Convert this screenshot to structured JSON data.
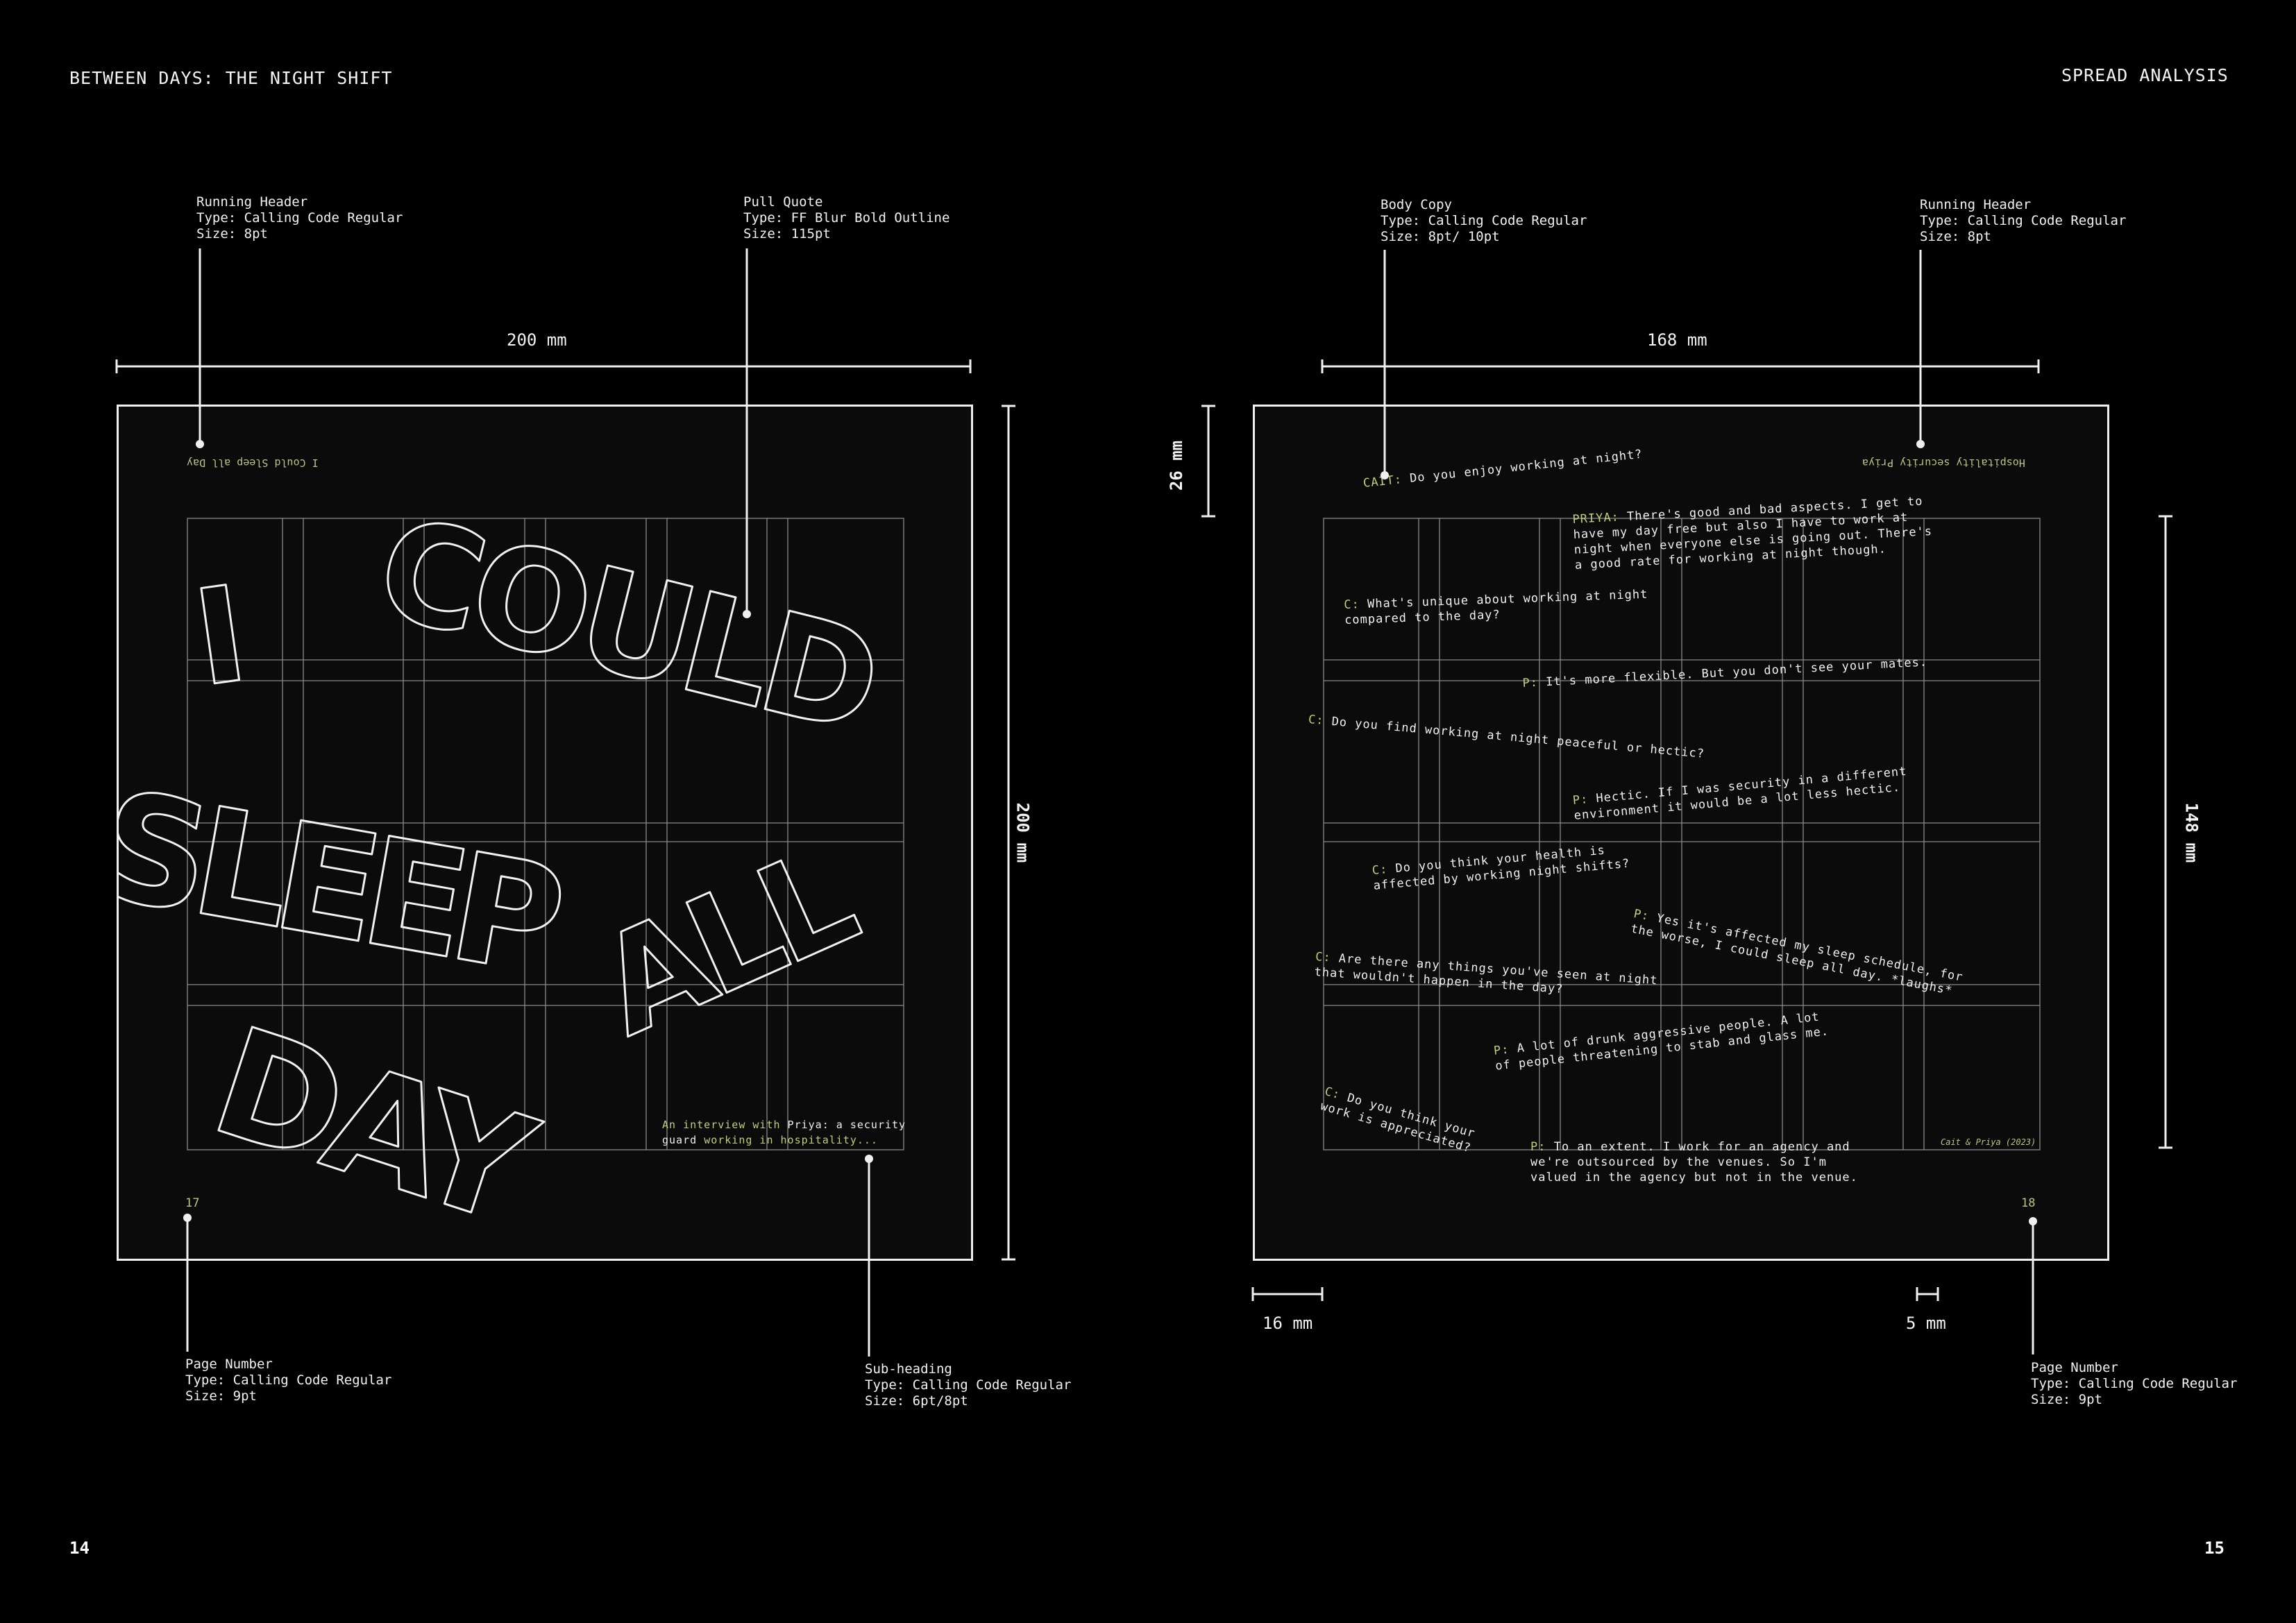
{
  "header": {
    "left": "BETWEEN DAYS: THE NIGHT SHIFT",
    "right": "SPREAD ANALYSIS"
  },
  "folios": {
    "left": "14",
    "right": "15"
  },
  "dimensions": {
    "left_width": "200 mm",
    "left_height": "200 mm",
    "right_width": "168 mm",
    "right_top_margin": "26 mm",
    "right_text_height": "148 mm",
    "right_outer_margin": "16 mm",
    "right_gutter": "5 mm"
  },
  "annotations": {
    "running_header_left": "Running Header\nType: Calling Code Regular\nSize: 8pt",
    "pull_quote": "Pull Quote\nType: FF Blur Bold Outline\nSize: 115pt",
    "page_number_left": "Page Number\nType: Calling Code Regular\nSize: 9pt",
    "sub_heading": "Sub-heading\nType: Calling Code Regular\nSize: 6pt/8pt",
    "body_copy": "Body Copy\nType: Calling Code Regular\nSize: 8pt/ 10pt",
    "running_header_right": "Running Header\nType: Calling Code Regular\nSize: 8pt",
    "page_number_right": "Page Number\nType: Calling Code Regular\nSize: 9pt"
  },
  "left_page": {
    "running_header": "I Could Sleep all Day",
    "pull_quote_words": [
      "I",
      "COULD",
      "SLEEP",
      "ALL",
      "DAY"
    ],
    "subheading_1_accent": "An interview with",
    "subheading_1_plain": " Priya: a security",
    "subheading_2_plain": "guard ",
    "subheading_2_accent": "working in hospitality...",
    "page_number": "17"
  },
  "right_page": {
    "running_header": "Hospitality security Priya",
    "page_number": "18",
    "credit": "Cait & Priya (2023)",
    "interview": [
      {
        "speaker": "CAIT: ",
        "text": "Do you enjoy working at night?"
      },
      {
        "speaker": "PRIYA: ",
        "text": "There's good and bad aspects. I get to\nhave my day free but also I have to work at\nnight when everyone else is going out. There's\na good rate for working at night though."
      },
      {
        "speaker": "C: ",
        "text": "What's unique about working at night\ncompared to the day?"
      },
      {
        "speaker": "P: ",
        "text": "It's more flexible. But you don't see your mates."
      },
      {
        "speaker": "C: ",
        "text": "Do you find working at night peaceful or hectic?"
      },
      {
        "speaker": "P: ",
        "text": "Hectic. If I was security in a different\nenvironment it would be a lot less hectic."
      },
      {
        "speaker": "C: ",
        "text": "Do you think your health is\naffected by working night shifts?"
      },
      {
        "speaker": "P: ",
        "text": "Yes it's affected my sleep schedule, for\nthe worse, I could sleep all day. *laughs*"
      },
      {
        "speaker": "C: ",
        "text": "Are there any things you've seen at night\nthat wouldn't happen in the day?"
      },
      {
        "speaker": "P: ",
        "text": "A lot of drunk aggressive people. A lot\nof people threatening to stab and glass me."
      },
      {
        "speaker": "C: ",
        "text": "Do you think your\nwork is appreciated?"
      },
      {
        "speaker": "P: ",
        "text": "To an extent. I work for an agency and\nwe're outsourced by the venues. So I'm\nvalued in the agency but not in the venue."
      }
    ]
  },
  "colors": {
    "background": "#000000",
    "page": "#0b0b0b",
    "accent": "#c5cc7a",
    "rule": "#f0f0f0"
  }
}
